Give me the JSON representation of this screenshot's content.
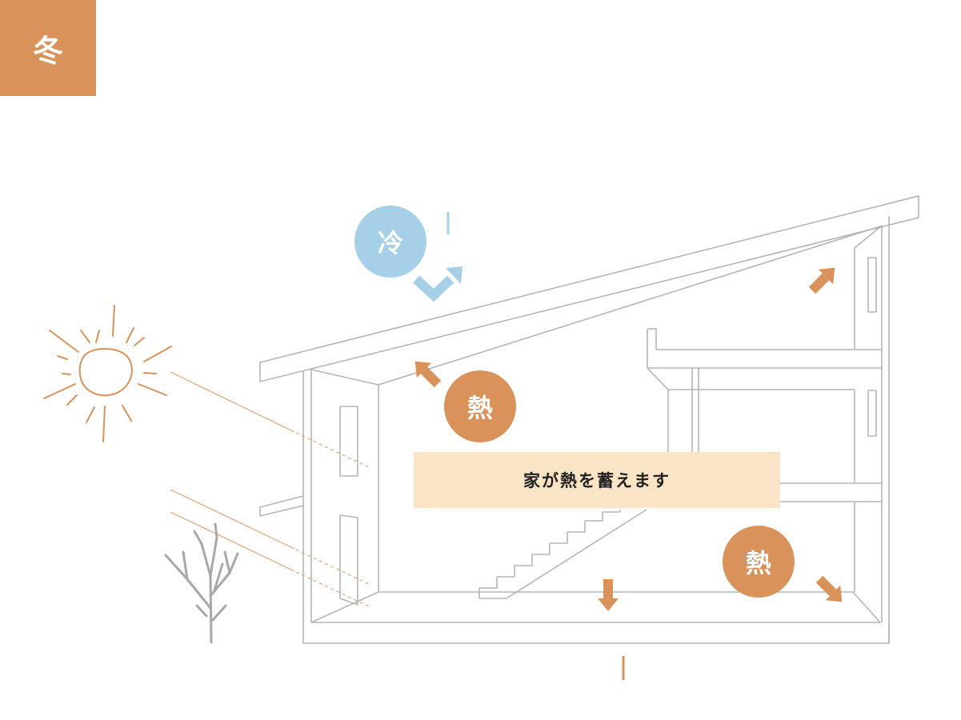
{
  "season": {
    "label": "冬"
  },
  "labels": {
    "cold": "冷",
    "heat": "熱",
    "caption": "家が熱を蓄えます"
  },
  "colors": {
    "accent": "#d9925a",
    "cold": "#a6d0e8",
    "caption_bg": "#fce4c6",
    "line": "#b5b5b5",
    "tree": "#a8a8a8"
  },
  "icons": [
    "sun-icon",
    "tree-icon",
    "heat-arrow-icon",
    "cold-arrow-icon"
  ]
}
